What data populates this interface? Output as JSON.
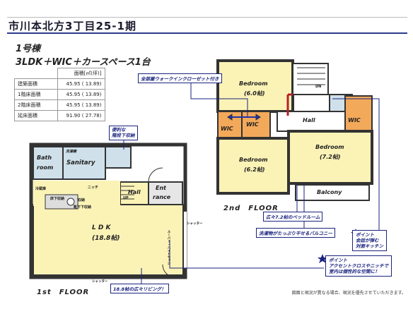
{
  "header": {
    "title": "市川本北方3丁目25-1期",
    "building": "1号棟",
    "layout": "3LDK＋WIC＋カースペース1台"
  },
  "areas": {
    "unit_header": "面積[㎡(坪)]",
    "rows": [
      {
        "label": "建築面積",
        "value": "45.95 ( 13.89)"
      },
      {
        "label": "1階床面積",
        "value": "45.95 ( 13.89)"
      },
      {
        "label": "2階床面積",
        "value": "45.95 ( 13.89)"
      },
      {
        "label": "延床面積",
        "value": "91.90 ( 27.78)"
      }
    ]
  },
  "floor1": {
    "label": "1st　FLOOR",
    "bath": "Bath",
    "bath2": "room",
    "washroom": "洗濯機",
    "sanitary": "Sanitary",
    "hall": "Hall",
    "entrance1": "Ent",
    "entrance2": "rance",
    "ldk": "L D K",
    "ldk_size": "(18.8帖)",
    "fridge": "冷蔵庫",
    "niche": "ニッチ",
    "storage": "床下収納",
    "storage2": "収納",
    "shoebox": "靴下下収納",
    "up": "UP",
    "shutter": "シャッター",
    "shutter2": "シャッター",
    "window": "ルーバー・ハイトサッシ"
  },
  "floor2": {
    "label": "2nd　FLOOR",
    "bed1": "Bedroom",
    "bed1_size": "(6.0帖)",
    "bed2": "Bedroom",
    "bed2_size": "(6.2帖)",
    "bed3": "Bedroom",
    "bed3_size": "(7.2帖)",
    "wic": "WIC",
    "hall": "Hall",
    "balcony": "Balcony",
    "dn": "DN"
  },
  "notes": {
    "wic_all": "全部屋ウォークインクローゼット付き",
    "stairs": "便利な\n階段下収納",
    "bedroom": "広々7.2帖のベッドルーム",
    "balcony": "洗濯物がたっぷり干せるバルコニー",
    "kitchen1": "ポイント",
    "kitchen2": "会話が弾む",
    "kitchen3": "対面キッチン",
    "accent1": "ポイント",
    "accent2": "アクセントクロスやニッチで",
    "accent3": "室内は個性的な空間に！",
    "living": "18.8帖の広々リビング！"
  },
  "disclaimer": "図面と現況が異なる場合、現況を優先させていただきます。"
}
